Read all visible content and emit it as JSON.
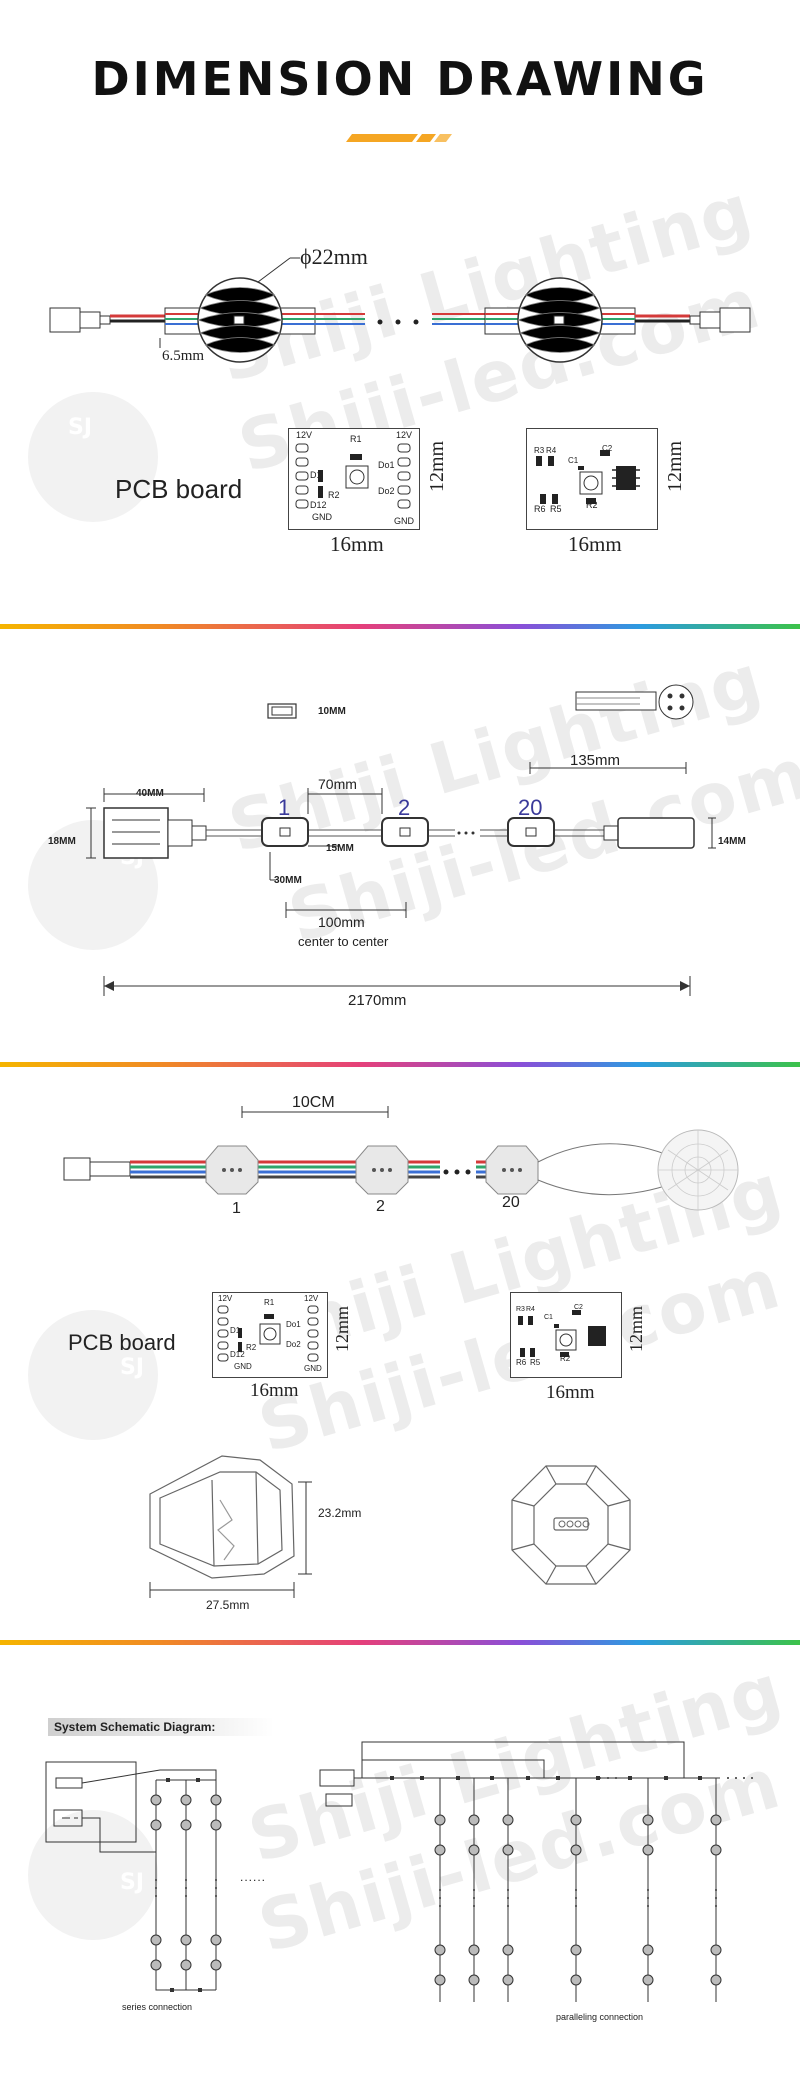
{
  "header": {
    "title": "DIMENSION DRAWING",
    "accent": "#f5a623"
  },
  "watermark": {
    "brand": "Shiji Lighting",
    "url": "Shiji-led.com",
    "logo": "SJ"
  },
  "section1": {
    "diameter": "ϕ22mm",
    "wire_width": "6.5mm",
    "pcb_label": "PCB board",
    "pcb1": {
      "pins": [
        "12V",
        "R1",
        "12V",
        "D1",
        "Do1",
        "R2",
        "Do2",
        "D12",
        "GND",
        "GND"
      ],
      "width": "16mm",
      "height": "12mm"
    },
    "pcb2": {
      "pins": [
        "R3",
        "R4",
        "C2",
        "C1",
        "R2",
        "R6",
        "R5"
      ],
      "width": "16mm",
      "height": "12mm"
    }
  },
  "section2": {
    "pcb_size": "10MM",
    "cable_length": "135mm",
    "spacing_70": "70mm",
    "conn_length": "40MM",
    "conn_height": "18MM",
    "node_width": "30MM",
    "node_height": "15MM",
    "end_height": "14MM",
    "node_numbers": [
      "1",
      "2",
      "20"
    ],
    "ctc_value": "100mm",
    "ctc_text": "center to center",
    "total_length": "2170mm"
  },
  "section3": {
    "spacing": "10CM",
    "node_numbers": [
      "1",
      "2",
      "20"
    ],
    "pcb_label": "PCB board",
    "pcb1": {
      "pins": [
        "12V",
        "R1",
        "12V",
        "D1",
        "Do1",
        "R2",
        "Do2",
        "D12",
        "GND",
        "GND"
      ],
      "width": "16mm",
      "height": "12mm"
    },
    "pcb2": {
      "pins": [
        "R3",
        "R4",
        "C2",
        "C1",
        "R2",
        "R6",
        "R5"
      ],
      "width": "16mm",
      "height": "12mm"
    },
    "crystal_height": "23.2mm",
    "crystal_width": "27.5mm"
  },
  "section4": {
    "title": "System Schematic Diagram:",
    "series_label": "series connection",
    "parallel_label": "paralleling connection",
    "dots": "......"
  },
  "colors": {
    "red": "#d43a3a",
    "green": "#2ea56a",
    "blue": "#3a6fd4",
    "line": "#333333",
    "node_num": "#3a3a9a"
  }
}
